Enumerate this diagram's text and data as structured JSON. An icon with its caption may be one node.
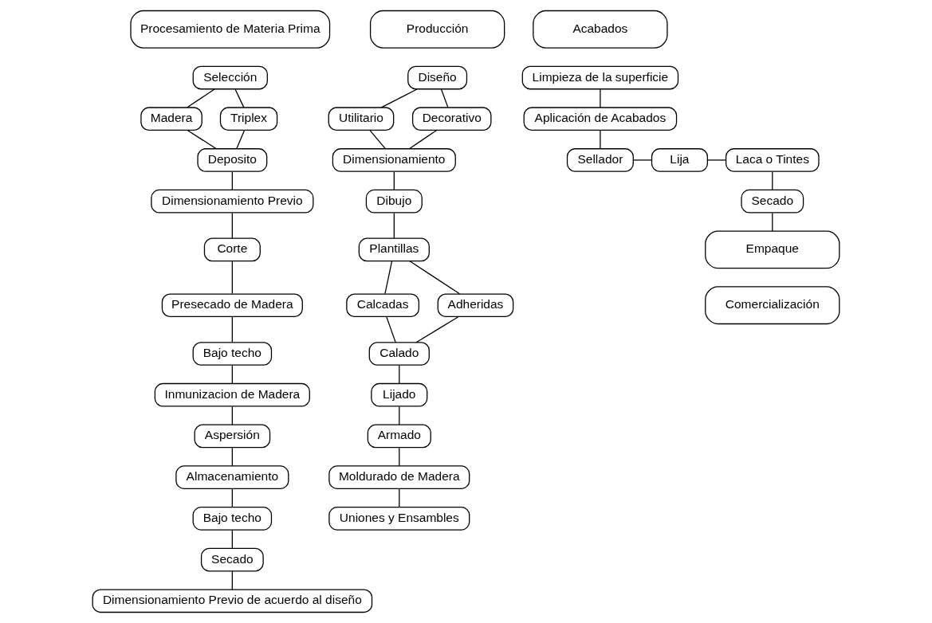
{
  "diagram": {
    "nodes": [
      {
        "text": [
          "Procesamiento de Materia Prima"
        ]
      },
      {
        "text": [
          "Producción"
        ]
      },
      {
        "text": [
          "Acabados"
        ]
      },
      {
        "text": [
          "Selección"
        ]
      },
      {
        "text": [
          "Madera"
        ]
      },
      {
        "text": [
          "Triplex"
        ]
      },
      {
        "text": [
          "Deposito"
        ]
      },
      {
        "text": [
          "Dimensionamiento Previo"
        ]
      },
      {
        "text": [
          "Corte"
        ]
      },
      {
        "text": [
          "Presecado de Madera"
        ]
      },
      {
        "text": [
          "Bajo techo"
        ]
      },
      {
        "text": [
          "Inmunizacion de Madera"
        ]
      },
      {
        "text": [
          "Aspersión"
        ]
      },
      {
        "text": [
          "Almacenamiento"
        ]
      },
      {
        "text": [
          "Bajo techo"
        ]
      },
      {
        "text": [
          "Secado"
        ]
      },
      {
        "text": [
          "Dimensionamiento Previo de acuerdo al diseño"
        ]
      },
      {
        "text": [
          "Diseño"
        ]
      },
      {
        "text": [
          "Utilitario"
        ]
      },
      {
        "text": [
          "Decorativo"
        ]
      },
      {
        "text": [
          "Dimensionamiento"
        ]
      },
      {
        "text": [
          "Dibujo"
        ]
      },
      {
        "text": [
          "Plantillas"
        ]
      },
      {
        "text": [
          "Calcadas"
        ]
      },
      {
        "text": [
          "Adheridas"
        ]
      },
      {
        "text": [
          "Calado"
        ]
      },
      {
        "text": [
          "Lijado"
        ]
      },
      {
        "text": [
          "Armado"
        ]
      },
      {
        "text": [
          "Moldurado de Madera"
        ]
      },
      {
        "text": [
          "Uniones y Ensambles"
        ]
      },
      {
        "text": [
          "Limpieza de la superficie"
        ]
      },
      {
        "text": [
          "Aplicación de Acabados"
        ]
      },
      {
        "text": [
          "Sellador"
        ]
      },
      {
        "text": [
          "Lija"
        ]
      },
      {
        "text": [
          "Laca o Tintes"
        ]
      },
      {
        "text": [
          "Secado"
        ]
      },
      {
        "text": [
          "Empaque"
        ]
      },
      {
        "text": [
          "Comercialización"
        ]
      }
    ],
    "edges": [
      {
        "from": 3,
        "to": 4,
        "arrow": "none"
      },
      {
        "from": 3,
        "to": 5,
        "arrow": "none"
      },
      {
        "from": 4,
        "to": 6,
        "arrow": "none"
      },
      {
        "from": 5,
        "to": 6,
        "arrow": "none"
      },
      {
        "from": 6,
        "to": 7,
        "arrow": "none"
      },
      {
        "from": 7,
        "to": 8,
        "arrow": "none"
      },
      {
        "from": 8,
        "to": 9,
        "arrow": "none"
      },
      {
        "from": 9,
        "to": 10,
        "arrow": "none"
      },
      {
        "from": 10,
        "to": 11,
        "arrow": "none"
      },
      {
        "from": 11,
        "to": 12,
        "arrow": "none"
      },
      {
        "from": 12,
        "to": 13,
        "arrow": "none"
      },
      {
        "from": 13,
        "to": 14,
        "arrow": "none"
      },
      {
        "from": 14,
        "to": 15,
        "arrow": "none"
      },
      {
        "from": 15,
        "to": 16,
        "arrow": "none"
      },
      {
        "from": 17,
        "to": 18,
        "arrow": "none"
      },
      {
        "from": 17,
        "to": 19,
        "arrow": "none"
      },
      {
        "from": 18,
        "to": 20,
        "arrow": "none"
      },
      {
        "from": 19,
        "to": 20,
        "arrow": "none"
      },
      {
        "from": 20,
        "to": 21,
        "arrow": "none"
      },
      {
        "from": 21,
        "to": 22,
        "arrow": "none"
      },
      {
        "from": 22,
        "to": 23,
        "arrow": "none"
      },
      {
        "from": 22,
        "to": 24,
        "arrow": "none"
      },
      {
        "from": 23,
        "to": 25,
        "arrow": "none"
      },
      {
        "from": 24,
        "to": 25,
        "arrow": "none"
      },
      {
        "from": 25,
        "to": 26,
        "arrow": "none"
      },
      {
        "from": 26,
        "to": 27,
        "arrow": "none"
      },
      {
        "from": 27,
        "to": 28,
        "arrow": "none"
      },
      {
        "from": 28,
        "to": 29,
        "arrow": "none"
      },
      {
        "from": 30,
        "to": 31,
        "arrow": "none"
      },
      {
        "from": 31,
        "to": 32,
        "arrow": "none"
      },
      {
        "from": 32,
        "to": 33,
        "arrow": "none"
      },
      {
        "from": 33,
        "to": 34,
        "arrow": "none"
      },
      {
        "from": 34,
        "to": 35,
        "arrow": "none"
      },
      {
        "from": 35,
        "to": 36,
        "arrow": "none"
      }
    ]
  }
}
